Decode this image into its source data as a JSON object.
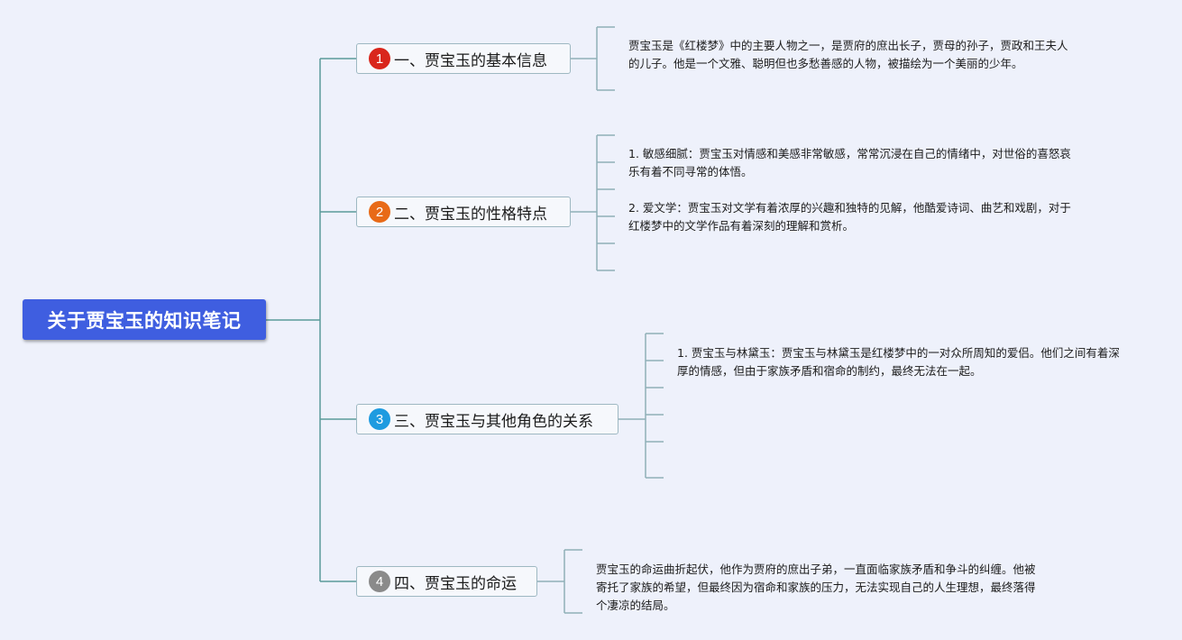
{
  "root": {
    "title": "关于贾宝玉的知识笔记"
  },
  "branches": [
    {
      "number": "1",
      "badge_color": "#d9261c",
      "title": "一、贾宝玉的基本信息",
      "notes": [
        "贾宝玉是《红楼梦》中的主要人物之一，是贾府的庶出长子，贾母的孙子，贾政和王夫人的儿子。他是一个文雅、聪明但也多愁善感的人物，被描绘为一个美丽的少年。"
      ]
    },
    {
      "number": "2",
      "badge_color": "#e86a17",
      "title": "二、贾宝玉的性格特点",
      "notes": [
        "1. 敏感细腻：贾宝玉对情感和美感非常敏感，常常沉浸在自己的情绪中，对世俗的喜怒哀乐有着不同寻常的体悟。",
        "2. 爱文学：贾宝玉对文学有着浓厚的兴趣和独特的见解，他酷爱诗词、曲艺和戏剧，对于红楼梦中的文学作品有着深刻的理解和赏析。"
      ]
    },
    {
      "number": "3",
      "badge_color": "#1e9be0",
      "title": "三、贾宝玉与其他角色的关系",
      "notes": [
        "1. 贾宝玉与林黛玉：贾宝玉与林黛玉是红楼梦中的一对众所周知的爱侣。他们之间有着深厚的情感，但由于家族矛盾和宿命的制约，最终无法在一起。"
      ]
    },
    {
      "number": "4",
      "badge_color": "#8a8a8a",
      "title": "四、贾宝玉的命运",
      "notes": [
        "贾宝玉的命运曲折起伏，他作为贾府的庶出子弟，一直面临家族矛盾和争斗的纠缠。他被寄托了家族的希望，但最终因为宿命和家族的压力，无法实现自己的人生理想，最终落得个凄凉的结局。"
      ]
    }
  ],
  "colors": {
    "background": "#eef1fb",
    "root": "#3f5ee0",
    "line": "#5a9a9a",
    "branch_border": "#9eb8c2"
  }
}
